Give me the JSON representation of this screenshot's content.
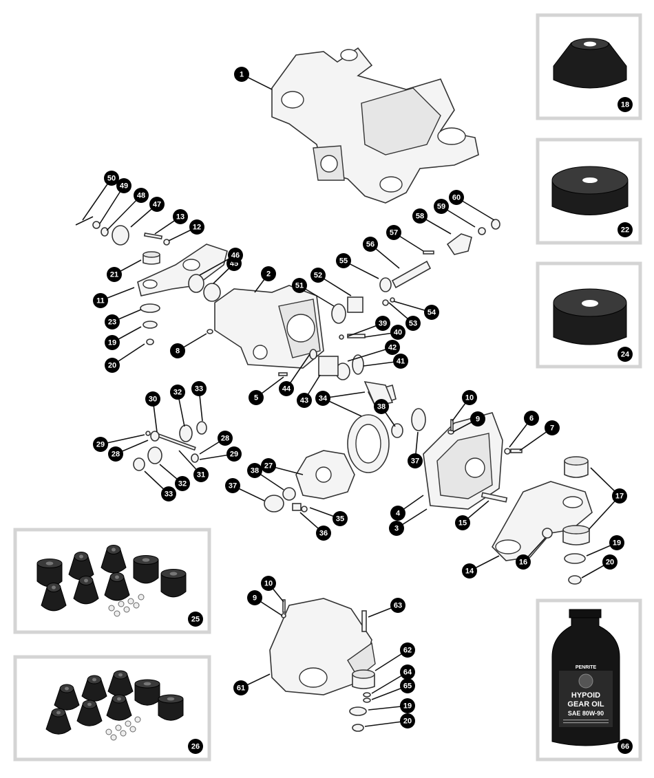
{
  "callouts": [
    {
      "id": "c1",
      "label": "1"
    },
    {
      "id": "c2",
      "label": "2"
    },
    {
      "id": "c3",
      "label": "3"
    },
    {
      "id": "c4",
      "label": "4"
    },
    {
      "id": "c5",
      "label": "5"
    },
    {
      "id": "c6",
      "label": "6"
    },
    {
      "id": "c7",
      "label": "7"
    },
    {
      "id": "c8",
      "label": "8"
    },
    {
      "id": "c9a",
      "label": "9"
    },
    {
      "id": "c9b",
      "label": "9"
    },
    {
      "id": "c10a",
      "label": "10"
    },
    {
      "id": "c10b",
      "label": "10"
    },
    {
      "id": "c11",
      "label": "11"
    },
    {
      "id": "c12",
      "label": "12"
    },
    {
      "id": "c13",
      "label": "13"
    },
    {
      "id": "c14",
      "label": "14"
    },
    {
      "id": "c15",
      "label": "15"
    },
    {
      "id": "c16",
      "label": "16"
    },
    {
      "id": "c17",
      "label": "17"
    },
    {
      "id": "c18",
      "label": "18"
    },
    {
      "id": "c19a",
      "label": "19"
    },
    {
      "id": "c19b",
      "label": "19"
    },
    {
      "id": "c19c",
      "label": "19"
    },
    {
      "id": "c20a",
      "label": "20"
    },
    {
      "id": "c20b",
      "label": "20"
    },
    {
      "id": "c20c",
      "label": "20"
    },
    {
      "id": "c21",
      "label": "21"
    },
    {
      "id": "c22",
      "label": "22"
    },
    {
      "id": "c23",
      "label": "23"
    },
    {
      "id": "c24",
      "label": "24"
    },
    {
      "id": "c25",
      "label": "25"
    },
    {
      "id": "c26",
      "label": "26"
    },
    {
      "id": "c27",
      "label": "27"
    },
    {
      "id": "c28a",
      "label": "28"
    },
    {
      "id": "c28b",
      "label": "28"
    },
    {
      "id": "c29a",
      "label": "29"
    },
    {
      "id": "c29b",
      "label": "29"
    },
    {
      "id": "c30",
      "label": "30"
    },
    {
      "id": "c31",
      "label": "31"
    },
    {
      "id": "c32a",
      "label": "32"
    },
    {
      "id": "c32b",
      "label": "32"
    },
    {
      "id": "c33a",
      "label": "33"
    },
    {
      "id": "c33b",
      "label": "33"
    },
    {
      "id": "c34",
      "label": "34"
    },
    {
      "id": "c35",
      "label": "35"
    },
    {
      "id": "c36",
      "label": "36"
    },
    {
      "id": "c37a",
      "label": "37"
    },
    {
      "id": "c37b",
      "label": "37"
    },
    {
      "id": "c38a",
      "label": "38"
    },
    {
      "id": "c38b",
      "label": "38"
    },
    {
      "id": "c39",
      "label": "39"
    },
    {
      "id": "c40",
      "label": "40"
    },
    {
      "id": "c41",
      "label": "41"
    },
    {
      "id": "c42",
      "label": "42"
    },
    {
      "id": "c43",
      "label": "43"
    },
    {
      "id": "c44",
      "label": "44"
    },
    {
      "id": "c45",
      "label": "45"
    },
    {
      "id": "c46",
      "label": "46"
    },
    {
      "id": "c47",
      "label": "47"
    },
    {
      "id": "c48",
      "label": "48"
    },
    {
      "id": "c49",
      "label": "49"
    },
    {
      "id": "c50",
      "label": "50"
    },
    {
      "id": "c51",
      "label": "51"
    },
    {
      "id": "c52",
      "label": "52"
    },
    {
      "id": "c53",
      "label": "53"
    },
    {
      "id": "c54",
      "label": "54"
    },
    {
      "id": "c55",
      "label": "55"
    },
    {
      "id": "c56",
      "label": "56"
    },
    {
      "id": "c57",
      "label": "57"
    },
    {
      "id": "c58",
      "label": "58"
    },
    {
      "id": "c59",
      "label": "59"
    },
    {
      "id": "c60",
      "label": "60"
    },
    {
      "id": "c61",
      "label": "61"
    },
    {
      "id": "c62",
      "label": "62"
    },
    {
      "id": "c63",
      "label": "63"
    },
    {
      "id": "c64",
      "label": "64"
    },
    {
      "id": "c65",
      "label": "65"
    },
    {
      "id": "c66",
      "label": "66"
    }
  ],
  "bottle": {
    "brand": "PENRITE",
    "line1": "HYPOID",
    "line2": "GEAR OIL",
    "line3": "SAE 80W-90"
  },
  "colors": {
    "callout_fill": "#000000",
    "panel_border": "#d4d4d4",
    "rubber": "#1c1c1c",
    "bottle": "#151515"
  }
}
